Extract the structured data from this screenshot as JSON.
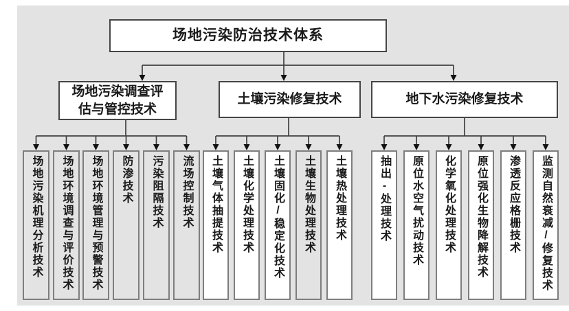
{
  "title": "场地污染防治技术体系",
  "branches": [
    {
      "label": "场地污染调查评估与管控技术",
      "label_lines": [
        "场地污染调查评",
        "估与管控技术"
      ],
      "leaves": [
        {
          "label": "场地污染机理分析技术",
          "shaded": true
        },
        {
          "label": "场地环境调查与评价技术",
          "shaded": true
        },
        {
          "label": "场地环境管理与预警技术",
          "shaded": true
        },
        {
          "label": "防渗技术",
          "shaded": true
        },
        {
          "label": "污染阻隔技术",
          "shaded": true
        },
        {
          "label": "流场控制技术",
          "shaded": true
        }
      ]
    },
    {
      "label": "土壤污染修复技术",
      "label_lines": [
        "土壤污染修复技术"
      ],
      "leaves": [
        {
          "label": "土壤气体抽提技术",
          "shaded": false
        },
        {
          "label": "土壤化学处理技术",
          "shaded": false
        },
        {
          "label": "土壤固化/稳定化技术",
          "shaded": false
        },
        {
          "label": "土壤生物处理技术",
          "shaded": true
        },
        {
          "label": "土壤热处理技术",
          "shaded": false
        }
      ]
    },
    {
      "label": "地下水污染修复技术",
      "label_lines": [
        "地下水污染修复技术"
      ],
      "leaves": [
        {
          "label": "抽出-处理技术",
          "shaded": false
        },
        {
          "label": "原位水空气扰动技术",
          "shaded": false
        },
        {
          "label": "化学氧化处理技术",
          "shaded": false
        },
        {
          "label": "原位强化生物降解技术",
          "shaded": false
        },
        {
          "label": "渗透反应格栅技术",
          "shaded": false
        },
        {
          "label": "监测自然衰减/修复技术",
          "shaded": false
        }
      ]
    }
  ],
  "colors": {
    "panel_bg": "#e3e3e3",
    "box_bg": "#ffffff",
    "shaded_leaf_bg": "#e3e3e3",
    "box_border_dark": "#454545",
    "leaf_border": "#7e7e7e",
    "connector": "#3f3f3f",
    "arrow": "#111111",
    "text": "#1a1a1a"
  }
}
